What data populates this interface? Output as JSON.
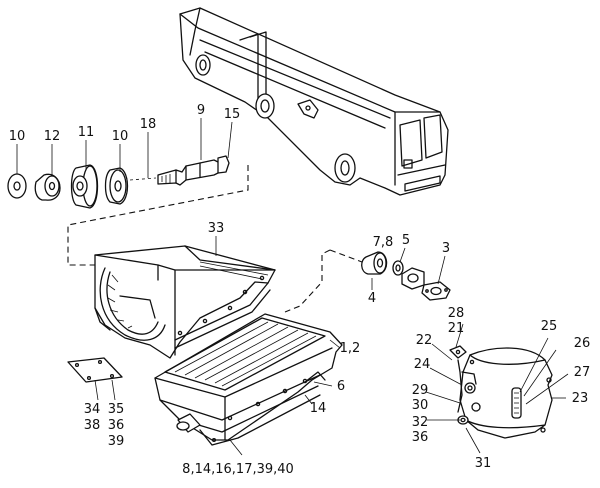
{
  "labels": {
    "p10a": "10",
    "p12": "12",
    "p11": "11",
    "p10b": "10",
    "p18": "18",
    "p9": "9",
    "p15": "15",
    "p33": "33",
    "p78": "7,8",
    "p5": "5",
    "p3": "3",
    "p4": "4",
    "p12b": "1,2",
    "p6": "6",
    "p14": "14",
    "p34": "34",
    "p38": "38",
    "p35": "35",
    "p36a": "36",
    "p39a": "39",
    "pbottom": "8,14,16,17,39,40",
    "p28": "28",
    "p21": "21",
    "p22": "22",
    "p25": "25",
    "p26": "26",
    "p24": "24",
    "p27": "27",
    "p29": "29",
    "p30": "30",
    "p23": "23",
    "p32": "32",
    "p36b": "36",
    "p31": "31"
  }
}
